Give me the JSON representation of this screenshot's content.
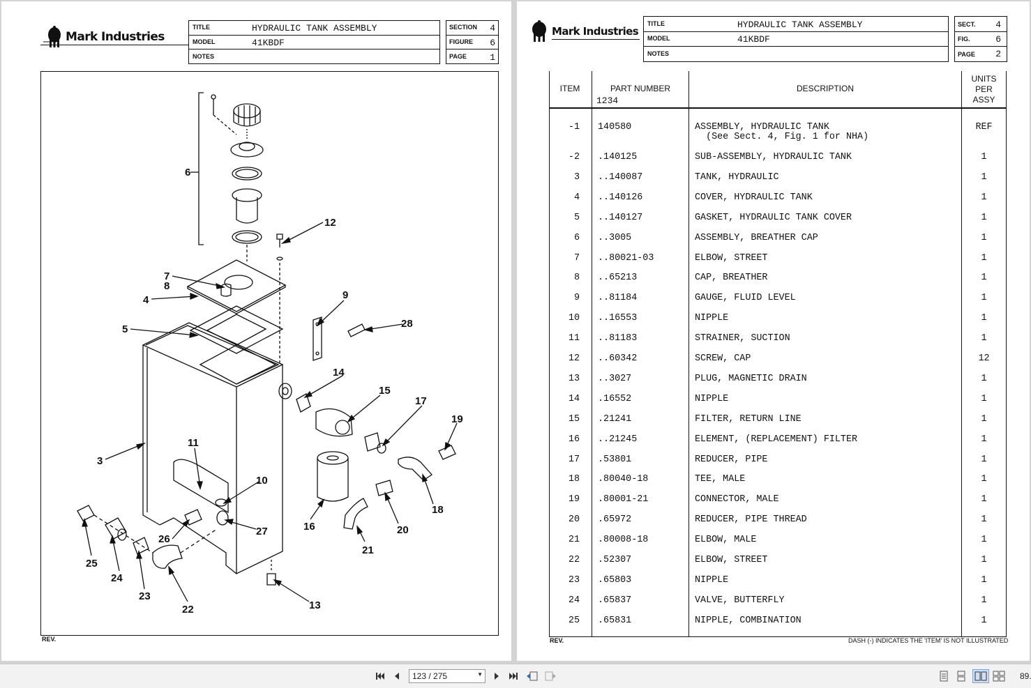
{
  "header": {
    "brand": "Mark Industries",
    "left": {
      "title_label": "TITLE",
      "title_value": "HYDRAULIC TANK ASSEMBLY",
      "model_label": "MODEL",
      "model_value": "41KBDF",
      "notes_label": "NOTES",
      "section_label": "SECTION",
      "section_value": "4",
      "figure_label": "FIGURE",
      "figure_value": "6",
      "page_label": "PAGE",
      "page_value": "1"
    },
    "right": {
      "title_label": "TITLE",
      "title_value": "HYDRAULIC TANK ASSEMBLY",
      "model_label": "MODEL",
      "model_value": "41KBDF",
      "notes_label": "NOTES",
      "section_label": "SECT.",
      "section_value": "4",
      "figure_label": "FIG.",
      "figure_value": "6",
      "page_label": "PAGE",
      "page_value": "2"
    }
  },
  "diagram": {
    "callouts": [
      "6",
      "12",
      "7",
      "8",
      "4",
      "9",
      "28",
      "5",
      "14",
      "15",
      "17",
      "19",
      "3",
      "11",
      "10",
      "18",
      "25",
      "24",
      "26",
      "27",
      "16",
      "21",
      "20",
      "23",
      "22",
      "13"
    ]
  },
  "footer": {
    "rev_left": "REV.",
    "rev_right": "REV.",
    "dash_note": "DASH (-) INDICATES THE 'ITEM' IS NOT ILLUSTRATED"
  },
  "parts_table": {
    "headers": {
      "item": "ITEM",
      "part_number": "PART NUMBER",
      "part_number_sub": "1234",
      "description": "DESCRIPTION",
      "units_1": "UNITS",
      "units_2": "PER",
      "units_3": "ASSY"
    },
    "rows": [
      {
        "item": "-1",
        "part": "140580",
        "desc": "ASSEMBLY, HYDRAULIC TANK",
        "desc2": "  (See Sect. 4, Fig. 1 for NHA)",
        "units": "REF"
      },
      {
        "item": "-2",
        "part": ".140125",
        "desc": "SUB-ASSEMBLY, HYDRAULIC TANK",
        "units": "1"
      },
      {
        "item": "3",
        "part": "..140087",
        "desc": "TANK, HYDRAULIC",
        "units": "1"
      },
      {
        "item": "4",
        "part": "..140126",
        "desc": "COVER, HYDRAULIC TANK",
        "units": "1"
      },
      {
        "item": "5",
        "part": "..140127",
        "desc": "GASKET, HYDRAULIC TANK COVER",
        "units": "1"
      },
      {
        "item": "6",
        "part": "..3005",
        "desc": "ASSEMBLY, BREATHER CAP",
        "units": "1"
      },
      {
        "item": "7",
        "part": "..80021-03",
        "desc": "ELBOW, STREET",
        "units": "1"
      },
      {
        "item": "8",
        "part": "..65213",
        "desc": "CAP, BREATHER",
        "units": "1"
      },
      {
        "item": "9",
        "part": "..81184",
        "desc": "GAUGE, FLUID LEVEL",
        "units": "1"
      },
      {
        "item": "10",
        "part": "..16553",
        "desc": "NIPPLE",
        "units": "1"
      },
      {
        "item": "11",
        "part": "..81183",
        "desc": "STRAINER, SUCTION",
        "units": "1"
      },
      {
        "item": "12",
        "part": "..60342",
        "desc": "SCREW, CAP",
        "units": "12"
      },
      {
        "item": "13",
        "part": "..3027",
        "desc": "PLUG, MAGNETIC DRAIN",
        "units": "1"
      },
      {
        "item": "14",
        "part": ".16552",
        "desc": "NIPPLE",
        "units": "1"
      },
      {
        "item": "15",
        "part": ".21241",
        "desc": "FILTER, RETURN LINE",
        "units": "1"
      },
      {
        "item": "16",
        "part": "..21245",
        "desc": "ELEMENT, (REPLACEMENT) FILTER",
        "units": "1"
      },
      {
        "item": "17",
        "part": ".53801",
        "desc": "REDUCER, PIPE",
        "units": "1"
      },
      {
        "item": "18",
        "part": ".80040-18",
        "desc": "TEE, MALE",
        "units": "1"
      },
      {
        "item": "19",
        "part": ".80001-21",
        "desc": "CONNECTOR, MALE",
        "units": "1"
      },
      {
        "item": "20",
        "part": ".65972",
        "desc": "REDUCER, PIPE THREAD",
        "units": "1"
      },
      {
        "item": "21",
        "part": ".80008-18",
        "desc": "ELBOW, MALE",
        "units": "1"
      },
      {
        "item": "22",
        "part": ".52307",
        "desc": "ELBOW, STREET",
        "units": "1"
      },
      {
        "item": "23",
        "part": ".65803",
        "desc": "NIPPLE",
        "units": "1"
      },
      {
        "item": "24",
        "part": ".65837",
        "desc": "VALVE, BUTTERFLY",
        "units": "1"
      },
      {
        "item": "25",
        "part": ".65831",
        "desc": "NIPPLE, COMBINATION",
        "units": "1"
      }
    ]
  },
  "toolbar": {
    "page_indicator": "123 / 275",
    "zoom": "89."
  }
}
